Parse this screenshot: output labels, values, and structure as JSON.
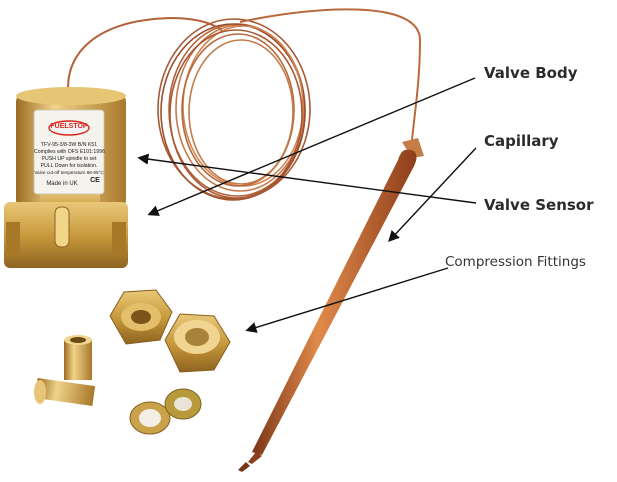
{
  "labels": {
    "valve_body": "Valve Body",
    "capillary": "Capillary",
    "valve_sensor": "Valve Sensor",
    "compression_fittings": "Compression Fittings"
  },
  "nameplate": {
    "brand": "FUELSTOP",
    "lines": [
      "TFV-95-3/8-3W   B/N K51",
      "Complies with OFS E101:1996",
      "PUSH UP spindle to set",
      "PULL Down for isolation.",
      "Valve cut-off temperature 86-95°C",
      "Made in UK"
    ],
    "ce_mark": "CE"
  },
  "colors": {
    "brass": "#c89a3c",
    "copper": "#b8663a",
    "arrow": "#111111",
    "label_text": "#2b2b2b"
  }
}
